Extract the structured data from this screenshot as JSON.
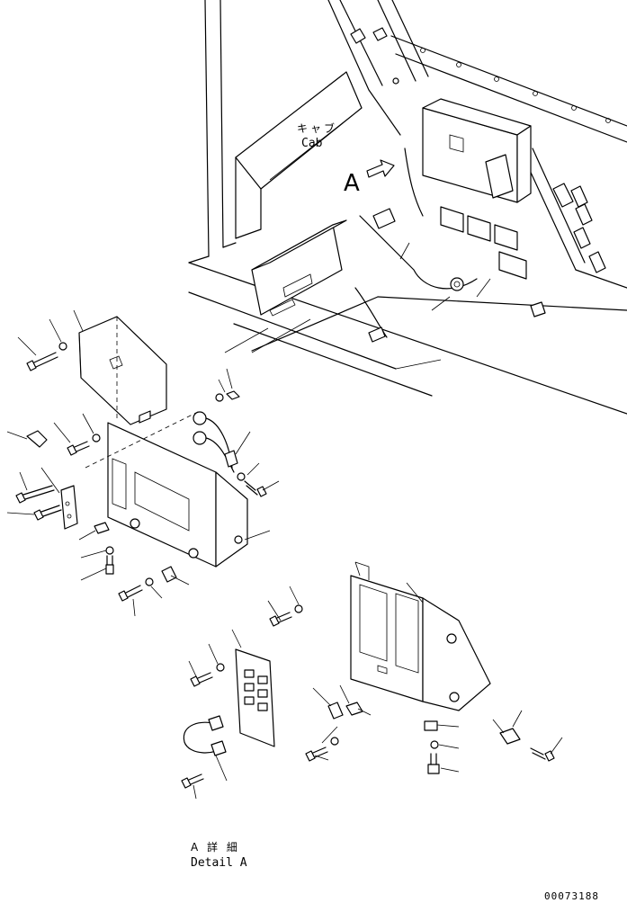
{
  "labels": {
    "cab_jp": "キャブ",
    "cab_en": "Cab",
    "view_arrow": "A",
    "detail_jp": "A 詳 細",
    "detail_en": "Detail A",
    "drawing_number": "00073188"
  }
}
